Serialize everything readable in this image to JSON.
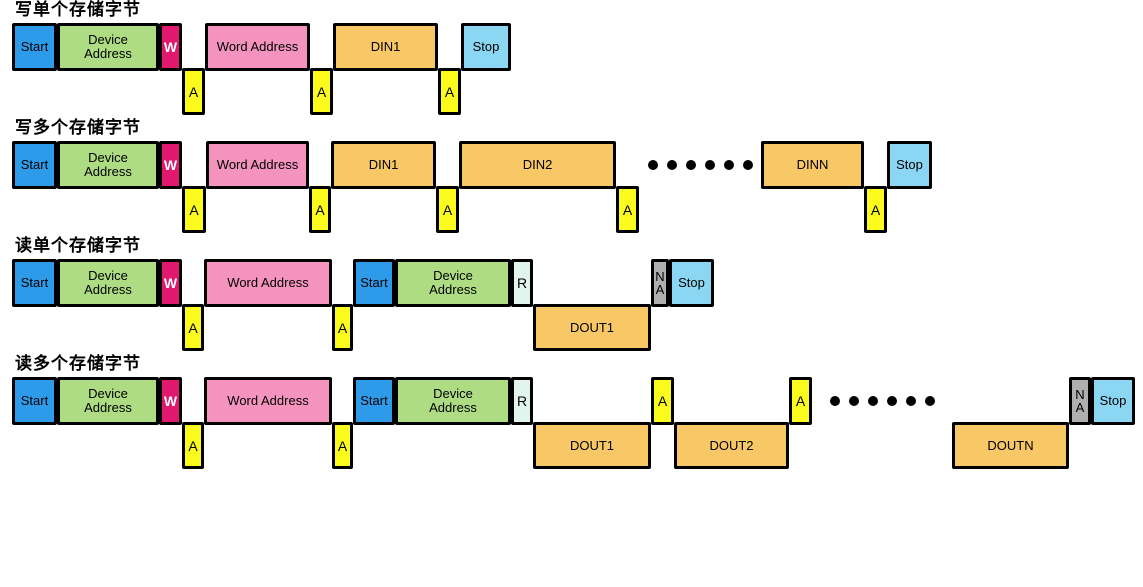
{
  "colors": {
    "start": "#2E9BEA",
    "device_address": "#AEDC82",
    "write_bit": "#E0186E",
    "ack": "#FBFB1E",
    "word_address": "#F494BE",
    "data_byte": "#F8C766",
    "stop": "#8BD6F2",
    "read_bit": "#E2F4EE",
    "nack": "#AFAFAF",
    "border": "#000000",
    "dots": "#000000"
  },
  "sequences": [
    {
      "title": "写单个存储字节",
      "blocks": [
        {
          "label": "Start",
          "type": "start",
          "w": 45,
          "row": "top"
        },
        {
          "label": "Device\nAddress",
          "type": "device_address",
          "w": 102,
          "row": "top"
        },
        {
          "label": "W",
          "type": "write_bit",
          "w": 23,
          "row": "top"
        },
        {
          "label": "A",
          "type": "ack",
          "w": 23,
          "row": "down"
        },
        {
          "label": "Word Address",
          "type": "word_address",
          "w": 105,
          "row": "top"
        },
        {
          "label": "A",
          "type": "ack",
          "w": 23,
          "row": "down"
        },
        {
          "label": "DIN1",
          "type": "data_byte",
          "w": 105,
          "row": "top"
        },
        {
          "label": "A",
          "type": "ack",
          "w": 23,
          "row": "down"
        },
        {
          "label": "Stop",
          "type": "stop",
          "w": 50,
          "row": "top"
        }
      ]
    },
    {
      "title": "写多个存储字节",
      "blocks": [
        {
          "label": "Start",
          "type": "start",
          "w": 45,
          "row": "top"
        },
        {
          "label": "Device\nAddress",
          "type": "device_address",
          "w": 102,
          "row": "top"
        },
        {
          "label": "W",
          "type": "write_bit",
          "w": 23,
          "row": "top"
        },
        {
          "label": "A",
          "type": "ack",
          "w": 24,
          "row": "down"
        },
        {
          "label": "Word Address",
          "type": "word_address",
          "w": 103,
          "row": "top"
        },
        {
          "label": "A",
          "type": "ack",
          "w": 22,
          "row": "down"
        },
        {
          "label": "DIN1",
          "type": "data_byte",
          "w": 105,
          "row": "top"
        },
        {
          "label": "A",
          "type": "ack",
          "w": 23,
          "row": "down"
        },
        {
          "label": "DIN2",
          "type": "data_byte",
          "w": 157,
          "row": "top"
        },
        {
          "label": "A",
          "type": "ack",
          "w": 23,
          "row": "down"
        },
        {
          "type": "dots",
          "w": 122,
          "row": "top",
          "dot_count": 6
        },
        {
          "label": "DINN",
          "type": "data_byte",
          "w": 103,
          "row": "top"
        },
        {
          "label": "A",
          "type": "ack",
          "w": 23,
          "row": "down"
        },
        {
          "label": "Stop",
          "type": "stop",
          "w": 45,
          "row": "top"
        }
      ]
    },
    {
      "title": "读单个存储字节",
      "blocks": [
        {
          "label": "Start",
          "type": "start",
          "w": 45,
          "row": "top"
        },
        {
          "label": "Device\nAddress",
          "type": "device_address",
          "w": 102,
          "row": "top"
        },
        {
          "label": "W",
          "type": "write_bit",
          "w": 23,
          "row": "top"
        },
        {
          "label": "A",
          "type": "ack",
          "w": 22,
          "row": "down"
        },
        {
          "label": "Word Address",
          "type": "word_address",
          "w": 128,
          "row": "top"
        },
        {
          "label": "A",
          "type": "ack",
          "w": 21,
          "row": "down"
        },
        {
          "label": "Start",
          "type": "start",
          "w": 42,
          "row": "top"
        },
        {
          "label": "Device\nAddress",
          "type": "device_address",
          "w": 116,
          "row": "top"
        },
        {
          "label": "R",
          "type": "read_bit",
          "w": 22,
          "row": "top"
        },
        {
          "label": "DOUT1",
          "type": "data_byte",
          "w": 118,
          "row": "down"
        },
        {
          "label": "N\nA",
          "type": "nack",
          "w": 18,
          "row": "top"
        },
        {
          "label": "Stop",
          "type": "stop",
          "w": 45,
          "row": "top"
        }
      ]
    },
    {
      "title": "读多个存储字节",
      "blocks": [
        {
          "label": "Start",
          "type": "start",
          "w": 45,
          "row": "top"
        },
        {
          "label": "Device\nAddress",
          "type": "device_address",
          "w": 102,
          "row": "top"
        },
        {
          "label": "W",
          "type": "write_bit",
          "w": 23,
          "row": "top"
        },
        {
          "label": "A",
          "type": "ack",
          "w": 22,
          "row": "down"
        },
        {
          "label": "Word Address",
          "type": "word_address",
          "w": 128,
          "row": "top"
        },
        {
          "label": "A",
          "type": "ack",
          "w": 21,
          "row": "down"
        },
        {
          "label": "Start",
          "type": "start",
          "w": 42,
          "row": "top"
        },
        {
          "label": "Device\nAddress",
          "type": "device_address",
          "w": 116,
          "row": "top"
        },
        {
          "label": "R",
          "type": "read_bit",
          "w": 22,
          "row": "top"
        },
        {
          "label": "DOUT1",
          "type": "data_byte",
          "w": 118,
          "row": "down"
        },
        {
          "label": "A",
          "type": "ack",
          "w": 23,
          "row": "top"
        },
        {
          "label": "DOUT2",
          "type": "data_byte",
          "w": 115,
          "row": "down"
        },
        {
          "label": "A",
          "type": "ack",
          "w": 23,
          "row": "top"
        },
        {
          "type": "dots",
          "w": 140,
          "row": "top",
          "dot_count": 6
        },
        {
          "label": "DOUTN",
          "type": "data_byte",
          "w": 117,
          "row": "down"
        },
        {
          "label": "N\nA",
          "type": "nack",
          "w": 22,
          "row": "top"
        },
        {
          "label": "Stop",
          "type": "stop",
          "w": 44,
          "row": "top"
        }
      ]
    }
  ]
}
